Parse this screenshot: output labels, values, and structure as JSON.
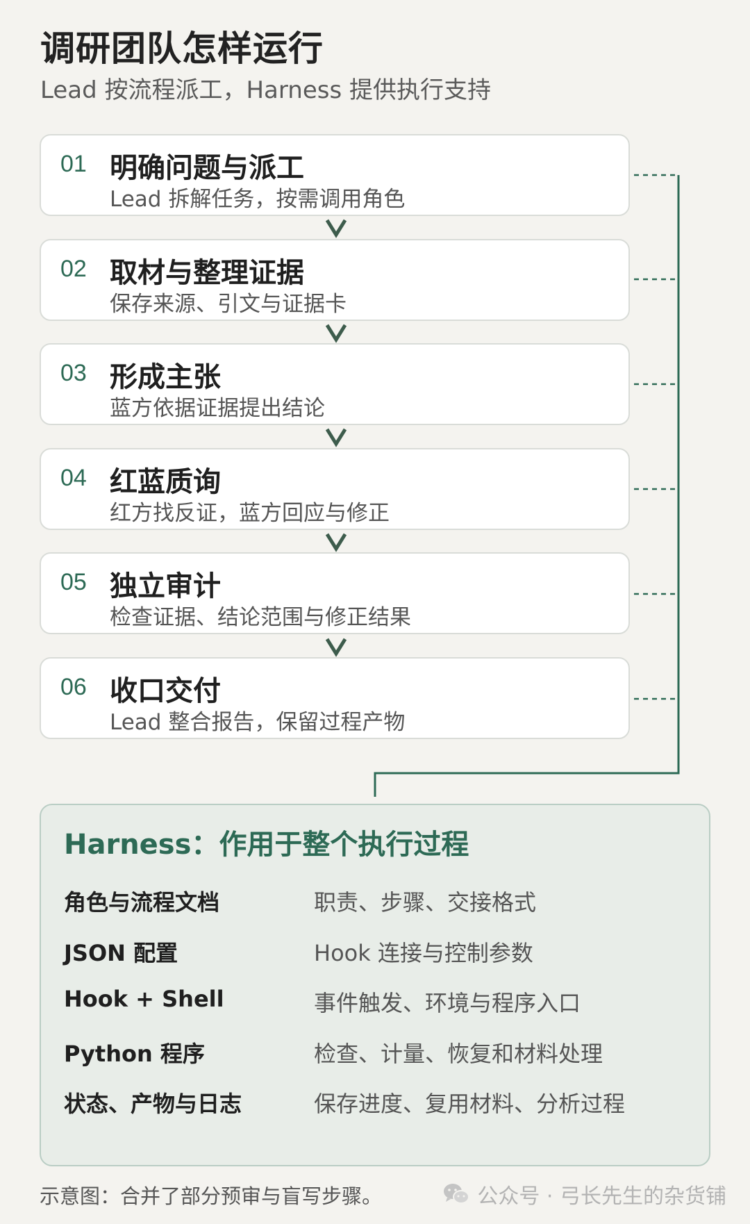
{
  "header": {
    "title": "调研团队怎样运行",
    "subtitle": "Lead 按流程派工，Harness 提供执行支持"
  },
  "steps": [
    {
      "num": "01",
      "title": "明确问题与派工",
      "desc": "Lead 拆解任务，按需调用角色"
    },
    {
      "num": "02",
      "title": "取材与整理证据",
      "desc": "保存来源、引文与证据卡"
    },
    {
      "num": "03",
      "title": "形成主张",
      "desc": "蓝方依据证据提出结论"
    },
    {
      "num": "04",
      "title": "红蓝质询",
      "desc": "红方找反证，蓝方回应与修正"
    },
    {
      "num": "05",
      "title": "独立审计",
      "desc": "检查证据、结论范围与修正结果"
    },
    {
      "num": "06",
      "title": "收口交付",
      "desc": "Lead 整合报告，保留过程产物"
    }
  ],
  "harness": {
    "title": "Harness：作用于整个执行过程",
    "rows": [
      {
        "key": "角色与流程文档",
        "value": "职责、步骤、交接格式"
      },
      {
        "key": "JSON 配置",
        "value": "Hook 连接与控制参数"
      },
      {
        "key": "Hook + Shell",
        "value": "事件触发、环境与程序入口"
      },
      {
        "key": "Python 程序",
        "value": "检查、计量、恢复和材料处理"
      },
      {
        "key": "状态、产物与日志",
        "value": "保存进度、复用材料、分析过程"
      }
    ]
  },
  "footer": {
    "note": "示意图：合并了部分预审与盲写步骤。",
    "brand": "公众号 · 弓长先生的杂货铺"
  },
  "colors": {
    "accent": "#2d6a55",
    "background": "#f4f3ef",
    "card_border": "#d9dcd8",
    "harness_bg": "#e8ede8"
  }
}
